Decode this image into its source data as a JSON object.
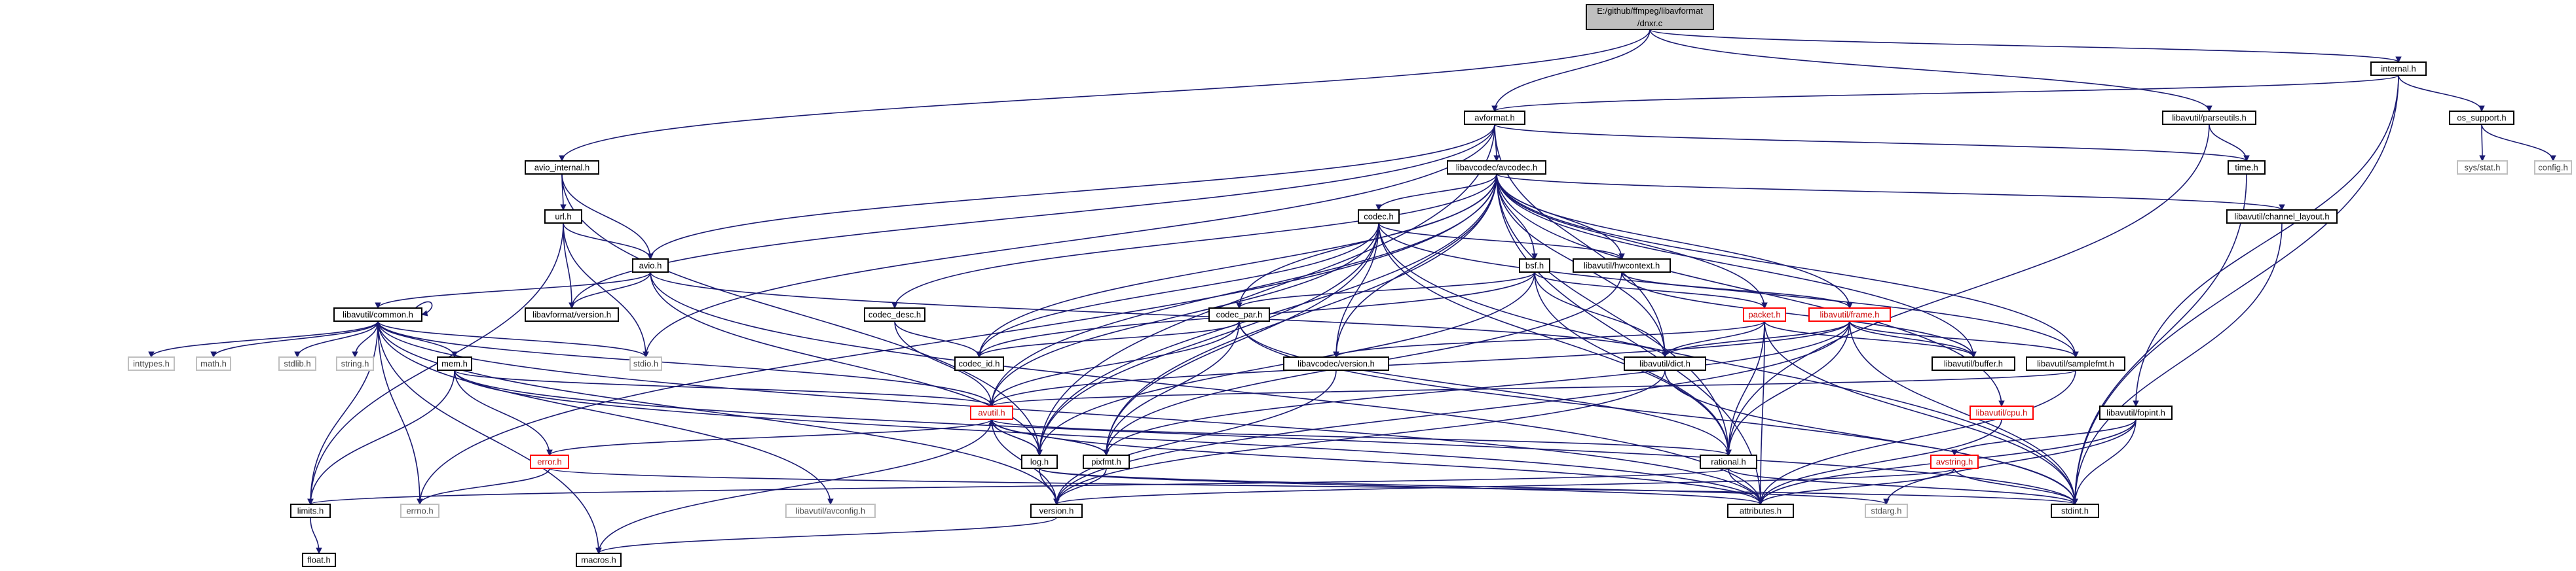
{
  "diagram": {
    "nodes": [
      {
        "id": "root",
        "lines": [
          "E:/github/ffmpeg/libavformat",
          "/dnxr.c"
        ],
        "kind": "root"
      },
      {
        "id": "internal",
        "lines": [
          "internal.h"
        ],
        "kind": "doc"
      },
      {
        "id": "avformat",
        "lines": [
          "avformat.h"
        ],
        "kind": "doc"
      },
      {
        "id": "parseutils",
        "lines": [
          "libavutil/parseutils.h"
        ],
        "kind": "doc"
      },
      {
        "id": "os_support",
        "lines": [
          "os_support.h"
        ],
        "kind": "doc"
      },
      {
        "id": "sysstat",
        "lines": [
          "sys/stat.h"
        ],
        "kind": "sys"
      },
      {
        "id": "config",
        "lines": [
          "config.h"
        ],
        "kind": "sys"
      },
      {
        "id": "avio_internal",
        "lines": [
          "avio_internal.h"
        ],
        "kind": "doc"
      },
      {
        "id": "avcodec",
        "lines": [
          "libavcodec/avcodec.h"
        ],
        "kind": "doc"
      },
      {
        "id": "time",
        "lines": [
          "time.h"
        ],
        "kind": "doc"
      },
      {
        "id": "url",
        "lines": [
          "url.h"
        ],
        "kind": "doc"
      },
      {
        "id": "avio",
        "lines": [
          "avio.h"
        ],
        "kind": "doc"
      },
      {
        "id": "codec",
        "lines": [
          "codec.h"
        ],
        "kind": "doc"
      },
      {
        "id": "bsf",
        "lines": [
          "bsf.h"
        ],
        "kind": "doc"
      },
      {
        "id": "hwcontext",
        "lines": [
          "libavutil/hwcontext.h"
        ],
        "kind": "doc"
      },
      {
        "id": "channel_layout",
        "lines": [
          "libavutil/channel_layout.h"
        ],
        "kind": "doc"
      },
      {
        "id": "common",
        "lines": [
          "libavutil/common.h"
        ],
        "kind": "doc"
      },
      {
        "id": "lfversion",
        "lines": [
          "libavformat/version.h"
        ],
        "kind": "doc"
      },
      {
        "id": "codec_desc",
        "lines": [
          "codec_desc.h"
        ],
        "kind": "doc"
      },
      {
        "id": "codec_par",
        "lines": [
          "codec_par.h"
        ],
        "kind": "doc"
      },
      {
        "id": "packet",
        "lines": [
          "packet.h"
        ],
        "kind": "red"
      },
      {
        "id": "frame",
        "lines": [
          "libavutil/frame.h"
        ],
        "kind": "red"
      },
      {
        "id": "inttypes",
        "lines": [
          "inttypes.h"
        ],
        "kind": "sys"
      },
      {
        "id": "math",
        "lines": [
          "math.h"
        ],
        "kind": "sys"
      },
      {
        "id": "stdlib",
        "lines": [
          "stdlib.h"
        ],
        "kind": "sys"
      },
      {
        "id": "string",
        "lines": [
          "string.h"
        ],
        "kind": "sys"
      },
      {
        "id": "stdio",
        "lines": [
          "stdio.h"
        ],
        "kind": "sys"
      },
      {
        "id": "mem",
        "lines": [
          "mem.h"
        ],
        "kind": "doc"
      },
      {
        "id": "codec_id",
        "lines": [
          "codec_id.h"
        ],
        "kind": "doc"
      },
      {
        "id": "lcversion",
        "lines": [
          "libavcodec/version.h"
        ],
        "kind": "doc"
      },
      {
        "id": "dict",
        "lines": [
          "libavutil/dict.h"
        ],
        "kind": "doc"
      },
      {
        "id": "buffer",
        "lines": [
          "libavutil/buffer.h"
        ],
        "kind": "doc"
      },
      {
        "id": "samplefmt",
        "lines": [
          "libavutil/samplefmt.h"
        ],
        "kind": "doc"
      },
      {
        "id": "cpu",
        "lines": [
          "libavutil/cpu.h"
        ],
        "kind": "red"
      },
      {
        "id": "fopint",
        "lines": [
          "libavutil/fopint.h"
        ],
        "kind": "doc"
      },
      {
        "id": "avutil",
        "lines": [
          "avutil.h"
        ],
        "kind": "red"
      },
      {
        "id": "error",
        "lines": [
          "error.h"
        ],
        "kind": "red"
      },
      {
        "id": "log",
        "lines": [
          "log.h"
        ],
        "kind": "doc"
      },
      {
        "id": "pixfmt",
        "lines": [
          "pixfmt.h"
        ],
        "kind": "doc"
      },
      {
        "id": "rational",
        "lines": [
          "rational.h"
        ],
        "kind": "doc"
      },
      {
        "id": "avstring",
        "lines": [
          "avstring.h"
        ],
        "kind": "red"
      },
      {
        "id": "limits",
        "lines": [
          "limits.h"
        ],
        "kind": "doc"
      },
      {
        "id": "errno",
        "lines": [
          "errno.h"
        ],
        "kind": "sys"
      },
      {
        "id": "avconfig",
        "lines": [
          "libavutil/avconfig.h"
        ],
        "kind": "sys"
      },
      {
        "id": "version",
        "lines": [
          "version.h"
        ],
        "kind": "doc"
      },
      {
        "id": "attributes",
        "lines": [
          "attributes.h"
        ],
        "kind": "doc"
      },
      {
        "id": "stdarg",
        "lines": [
          "stdarg.h"
        ],
        "kind": "sys"
      },
      {
        "id": "stdint",
        "lines": [
          "stdint.h"
        ],
        "kind": "doc"
      },
      {
        "id": "float",
        "lines": [
          "float.h"
        ],
        "kind": "doc"
      },
      {
        "id": "macros",
        "lines": [
          "macros.h"
        ],
        "kind": "doc"
      }
    ],
    "edges": [
      [
        "root",
        "internal"
      ],
      [
        "root",
        "avformat"
      ],
      [
        "root",
        "parseutils"
      ],
      [
        "root",
        "avio_internal"
      ],
      [
        "internal",
        "avformat"
      ],
      [
        "internal",
        "os_support"
      ],
      [
        "internal",
        "fopint"
      ],
      [
        "internal",
        "stdint"
      ],
      [
        "os_support",
        "sysstat"
      ],
      [
        "os_support",
        "config"
      ],
      [
        "parseutils",
        "time"
      ],
      [
        "parseutils",
        "rational"
      ],
      [
        "time",
        "stdint"
      ],
      [
        "avformat",
        "time"
      ],
      [
        "avformat",
        "avcodec"
      ],
      [
        "avformat",
        "stdio"
      ],
      [
        "avformat",
        "avio"
      ],
      [
        "avformat",
        "lfversion"
      ],
      [
        "avformat",
        "dict"
      ],
      [
        "avformat",
        "log"
      ],
      [
        "avio_internal",
        "avio"
      ],
      [
        "avio_internal",
        "url"
      ],
      [
        "avio_internal",
        "log"
      ],
      [
        "url",
        "avio"
      ],
      [
        "url",
        "lfversion"
      ],
      [
        "url",
        "stdio"
      ],
      [
        "url",
        "limits"
      ],
      [
        "avio",
        "common"
      ],
      [
        "avio",
        "dict"
      ],
      [
        "avio",
        "log"
      ],
      [
        "avio",
        "lfversion"
      ],
      [
        "avio",
        "attributes"
      ],
      [
        "avcodec",
        "codec"
      ],
      [
        "avcodec",
        "bsf"
      ],
      [
        "avcodec",
        "hwcontext"
      ],
      [
        "avcodec",
        "channel_layout"
      ],
      [
        "avcodec",
        "codec_desc"
      ],
      [
        "avcodec",
        "codec_par"
      ],
      [
        "avcodec",
        "packet"
      ],
      [
        "avcodec",
        "frame"
      ],
      [
        "avcodec",
        "lcversion"
      ],
      [
        "avcodec",
        "dict"
      ],
      [
        "avcodec",
        "buffer"
      ],
      [
        "avcodec",
        "samplefmt"
      ],
      [
        "avcodec",
        "codec_id"
      ],
      [
        "avcodec",
        "avutil"
      ],
      [
        "avcodec",
        "log"
      ],
      [
        "avcodec",
        "pixfmt"
      ],
      [
        "avcodec",
        "rational"
      ],
      [
        "avcodec",
        "attributes"
      ],
      [
        "avcodec",
        "errno"
      ],
      [
        "avcodec",
        "cpu"
      ],
      [
        "codec",
        "codec_id"
      ],
      [
        "codec",
        "lcversion"
      ],
      [
        "codec",
        "hwcontext"
      ],
      [
        "codec",
        "samplefmt"
      ],
      [
        "codec",
        "avutil"
      ],
      [
        "codec",
        "log"
      ],
      [
        "codec",
        "pixfmt"
      ],
      [
        "codec",
        "rational"
      ],
      [
        "codec",
        "stdint"
      ],
      [
        "bsf",
        "codec_id"
      ],
      [
        "bsf",
        "codec_par"
      ],
      [
        "bsf",
        "packet"
      ],
      [
        "bsf",
        "dict"
      ],
      [
        "bsf",
        "log"
      ],
      [
        "bsf",
        "rational"
      ],
      [
        "hwcontext",
        "frame"
      ],
      [
        "hwcontext",
        "buffer"
      ],
      [
        "hwcontext",
        "pixfmt"
      ],
      [
        "channel_layout",
        "stdint"
      ],
      [
        "codec_desc",
        "codec_id"
      ],
      [
        "codec_desc",
        "avutil"
      ],
      [
        "codec_par",
        "codec_id"
      ],
      [
        "codec_par",
        "avutil"
      ],
      [
        "codec_par",
        "pixfmt"
      ],
      [
        "codec_par",
        "rational"
      ],
      [
        "codec_par",
        "stdint"
      ],
      [
        "packet",
        "attributes"
      ],
      [
        "packet",
        "buffer"
      ],
      [
        "packet",
        "dict"
      ],
      [
        "packet",
        "rational"
      ],
      [
        "packet",
        "lcversion"
      ],
      [
        "packet",
        "stdint"
      ],
      [
        "frame",
        "avutil"
      ],
      [
        "frame",
        "buffer"
      ],
      [
        "frame",
        "dict"
      ],
      [
        "frame",
        "rational"
      ],
      [
        "frame",
        "samplefmt"
      ],
      [
        "frame",
        "pixfmt"
      ],
      [
        "frame",
        "version"
      ],
      [
        "frame",
        "stdint"
      ],
      [
        "common",
        "inttypes"
      ],
      [
        "common",
        "math"
      ],
      [
        "common",
        "stdlib"
      ],
      [
        "common",
        "string"
      ],
      [
        "common",
        "stdio"
      ],
      [
        "common",
        "limits"
      ],
      [
        "common",
        "errno"
      ],
      [
        "common",
        "attributes"
      ],
      [
        "common",
        "macros"
      ],
      [
        "common",
        "version"
      ],
      [
        "common",
        "avconfig"
      ],
      [
        "common",
        "mem"
      ],
      [
        "common",
        "common"
      ],
      [
        "mem",
        "limits"
      ],
      [
        "mem",
        "stdint"
      ],
      [
        "mem",
        "attributes"
      ],
      [
        "mem",
        "error"
      ],
      [
        "mem",
        "avutil"
      ],
      [
        "lcversion",
        "version"
      ],
      [
        "dict",
        "stdint"
      ],
      [
        "dict",
        "version"
      ],
      [
        "samplefmt",
        "avutil"
      ],
      [
        "samplefmt",
        "attributes"
      ],
      [
        "cpu",
        "attributes"
      ],
      [
        "fopint",
        "stdint"
      ],
      [
        "fopint",
        "avstring"
      ],
      [
        "fopint",
        "attributes"
      ],
      [
        "fopint",
        "stdarg"
      ],
      [
        "avstring",
        "stdint"
      ],
      [
        "avstring",
        "attributes"
      ],
      [
        "avstring",
        "version"
      ],
      [
        "avutil",
        "common"
      ],
      [
        "avutil",
        "error"
      ],
      [
        "avutil",
        "version"
      ],
      [
        "avutil",
        "rational"
      ],
      [
        "avutil",
        "log"
      ],
      [
        "avutil",
        "pixfmt"
      ],
      [
        "avutil",
        "macros"
      ],
      [
        "avutil",
        "attributes"
      ],
      [
        "error",
        "errno"
      ],
      [
        "error",
        "stdint"
      ],
      [
        "log",
        "stdarg"
      ],
      [
        "log",
        "version"
      ],
      [
        "log",
        "attributes"
      ],
      [
        "log",
        "avutil"
      ],
      [
        "pixfmt",
        "avutil"
      ],
      [
        "pixfmt",
        "version"
      ],
      [
        "rational",
        "stdint"
      ],
      [
        "rational",
        "limits"
      ],
      [
        "rational",
        "attributes"
      ],
      [
        "limits",
        "float"
      ],
      [
        "version",
        "macros"
      ]
    ]
  }
}
